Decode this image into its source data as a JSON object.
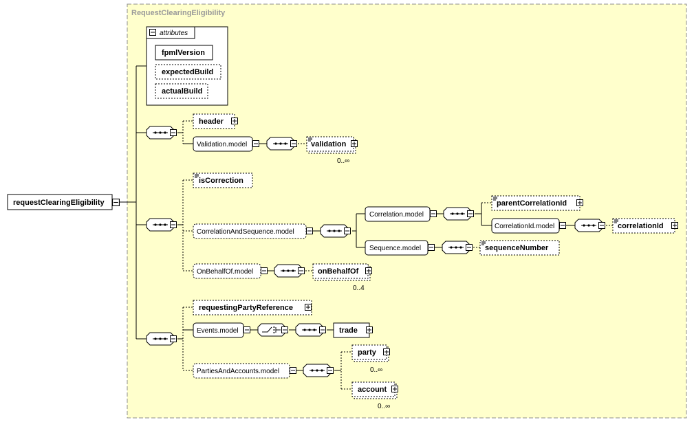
{
  "diagram": {
    "group_title": "RequestClearingEligibility",
    "root_element": "requestClearingEligibility",
    "attributes": {
      "label": "attributes",
      "items": [
        "fpmlVersion",
        "expectedBuild",
        "actualBuild"
      ]
    },
    "nodes": {
      "header": "header",
      "validation_model": "Validation.model",
      "validation": "validation",
      "validation_card": "0..∞",
      "is_correction": "isCorrection",
      "correlation_and_sequence_model": "CorrelationAndSequence.model",
      "correlation_model": "Correlation.model",
      "parent_correlation_id": "parentCorrelationId",
      "correlation_id_model": "CorrelationId.model",
      "correlation_id": "correlationId",
      "sequence_model": "Sequence.model",
      "sequence_number": "sequenceNumber",
      "on_behalf_of_model": "OnBehalfOf.model",
      "on_behalf_of": "onBehalfOf",
      "on_behalf_of_card": "0..4",
      "requesting_party_reference": "requestingPartyReference",
      "events_model": "Events.model",
      "trade": "trade",
      "parties_and_accounts_model": "PartiesAndAccounts.model",
      "party": "party",
      "party_card": "0..∞",
      "account": "account",
      "account_card": "0..∞"
    }
  },
  "colors": {
    "group_fill": "#ffffcc",
    "group_border": "#8c8c8c",
    "box_fill": "#ffffff",
    "line": "#000000"
  }
}
